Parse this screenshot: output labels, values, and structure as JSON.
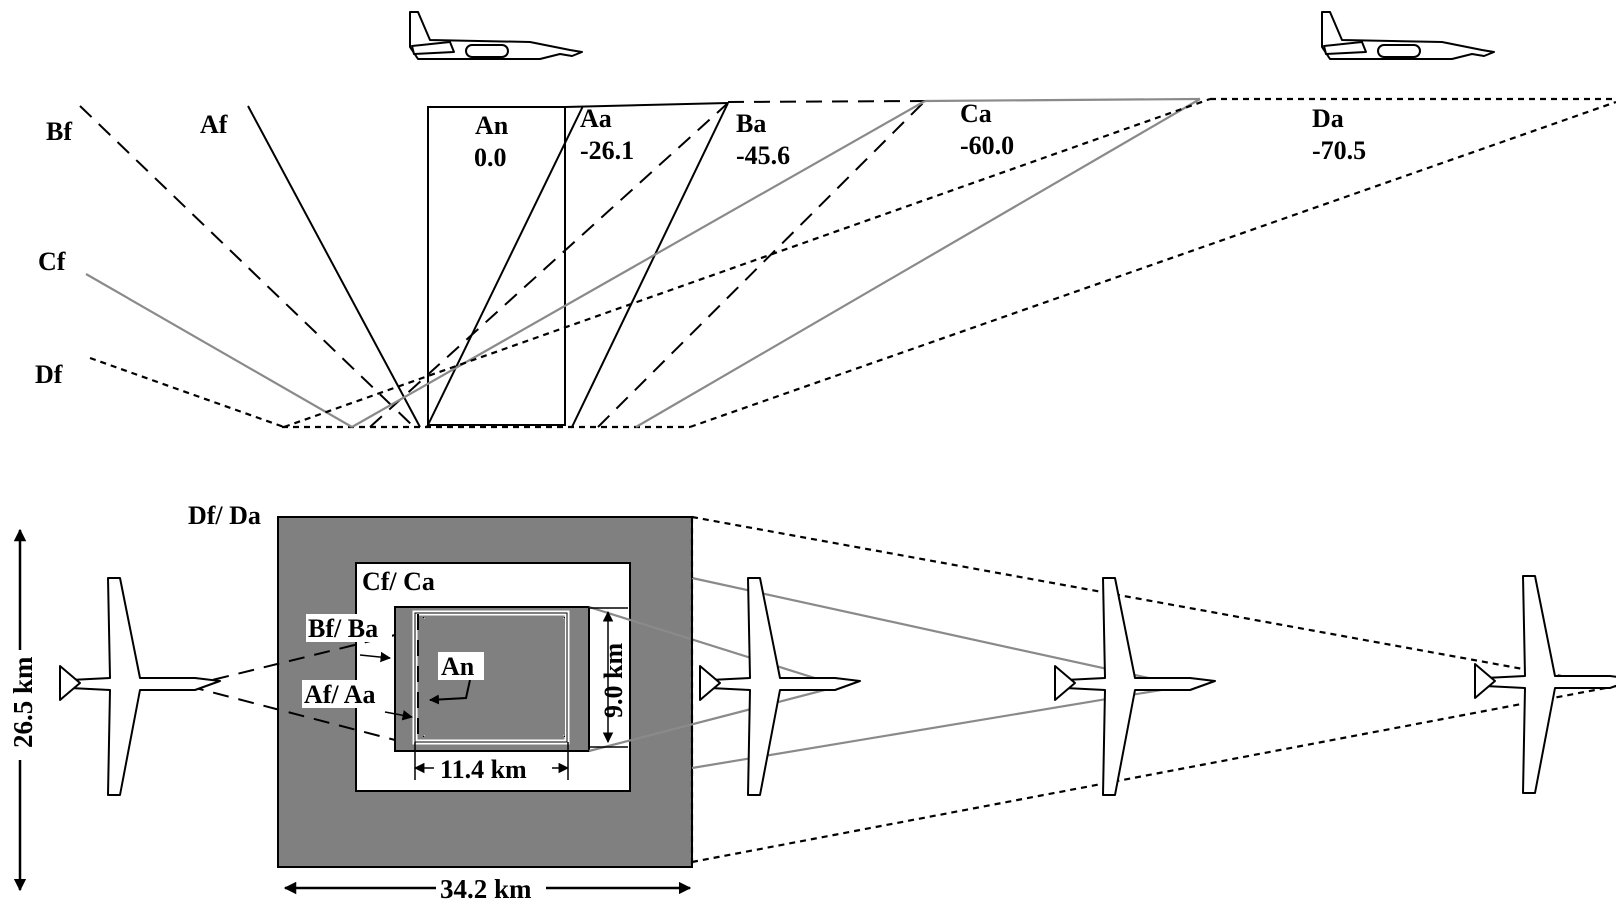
{
  "side_view": {
    "labels": {
      "an_name": "An",
      "an_angle": "0.0",
      "aa_name": "Aa",
      "aa_angle": "-26.1",
      "ba_name": "Ba",
      "ba_angle": "-45.6",
      "ca_name": "Ca",
      "ca_angle": "-60.0",
      "da_name": "Da",
      "da_angle": "-70.5",
      "af": "Af",
      "bf": "Bf",
      "cf": "Cf",
      "df": "Df"
    }
  },
  "top_view": {
    "labels": {
      "df_da": "Df/ Da",
      "cf_ca": "Cf/ Ca",
      "bf_ba": "Bf/ Ba",
      "af_aa": "Af/ Aa",
      "an": "An"
    },
    "dimensions": {
      "total_width": "34.2 km",
      "total_height": "26.5 km",
      "nadir_width": "11.4 km",
      "nadir_height": "9.0 km"
    }
  },
  "colors": {
    "footprint_fill": "#808080",
    "gray_line": "#8a8a8a",
    "background": "#ffffff"
  }
}
